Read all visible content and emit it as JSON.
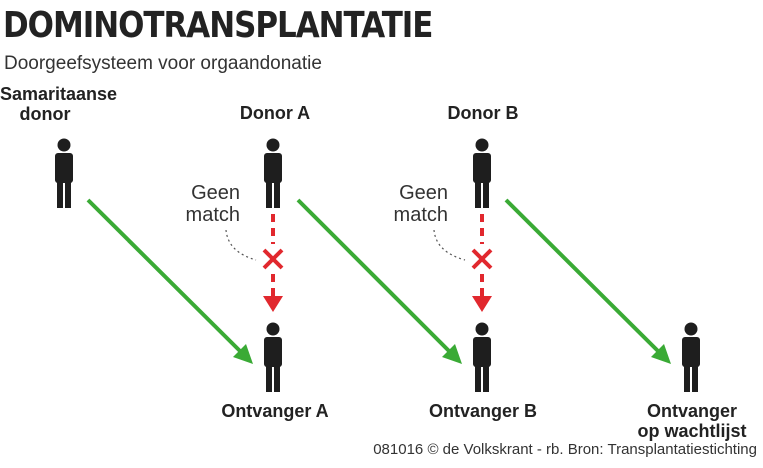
{
  "header": {
    "title": "DOMINOTRANSPLANTATIE",
    "subtitle": "Doorgeefsysteem voor orgaandonatie"
  },
  "donors": [
    {
      "line1": "Samaritaanse",
      "line2": "donor"
    },
    {
      "line1": "Donor A"
    },
    {
      "line1": "Donor B"
    }
  ],
  "receivers": [
    {
      "line1": "Ontvanger A"
    },
    {
      "line1": "Ontvanger B"
    },
    {
      "line1": "Ontvanger",
      "line2": "op wachtlijst"
    }
  ],
  "no_match": [
    {
      "line1": "Geen",
      "line2": "match"
    },
    {
      "line1": "Geen",
      "line2": "match"
    }
  ],
  "footer": {
    "credit": "081016 © de Volkskrant - rb. Bron: Transplantatiestichting"
  },
  "colors": {
    "green_arrow": "#3aaa35",
    "red_arrow": "#e1282e",
    "person": "#1e1e1e"
  }
}
